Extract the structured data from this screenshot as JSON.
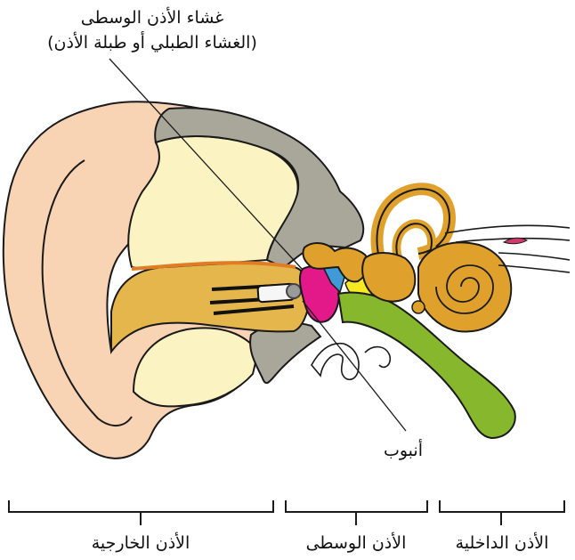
{
  "labels": {
    "tympanic_line1": "غشاء الأذن الوسطى",
    "tympanic_line2": "(الغشاء الطبلي أو طبلة الأذن)",
    "tube": "أنبوب",
    "outer_ear": "الأذن الخارجية",
    "middle_ear": "الأذن الوسطى",
    "inner_ear": "الأذن الداخلية"
  },
  "colors": {
    "skin": "#f8d3b4",
    "cartilage": "#fcf3c2",
    "bone": "#a9a79a",
    "canal": "#e5b64b",
    "ossicles": "#e0a12c",
    "eardrum": "#e3198a",
    "blue": "#3f9ad6",
    "yellow": "#f7ea21",
    "eustachian": "#86b72c",
    "nerve": "#d03a6b"
  }
}
